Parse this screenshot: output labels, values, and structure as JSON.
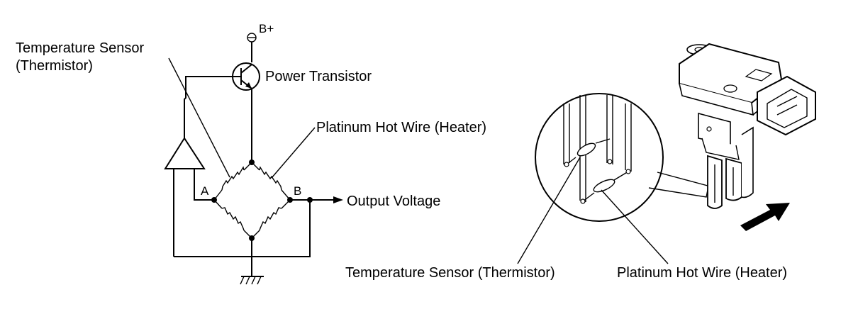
{
  "circuit": {
    "temp_sensor_line1": "Temperature Sensor",
    "temp_sensor_line2": "(Thermistor)",
    "supply_label": "B+",
    "power_transistor": "Power Transistor",
    "hot_wire": "Platinum Hot Wire (Heater)",
    "node_a": "A",
    "node_b": "B",
    "output_voltage": "Output Voltage"
  },
  "sensor": {
    "temp_sensor": "Temperature Sensor (Thermistor)",
    "hot_wire": "Platinum Hot Wire (Heater)"
  }
}
